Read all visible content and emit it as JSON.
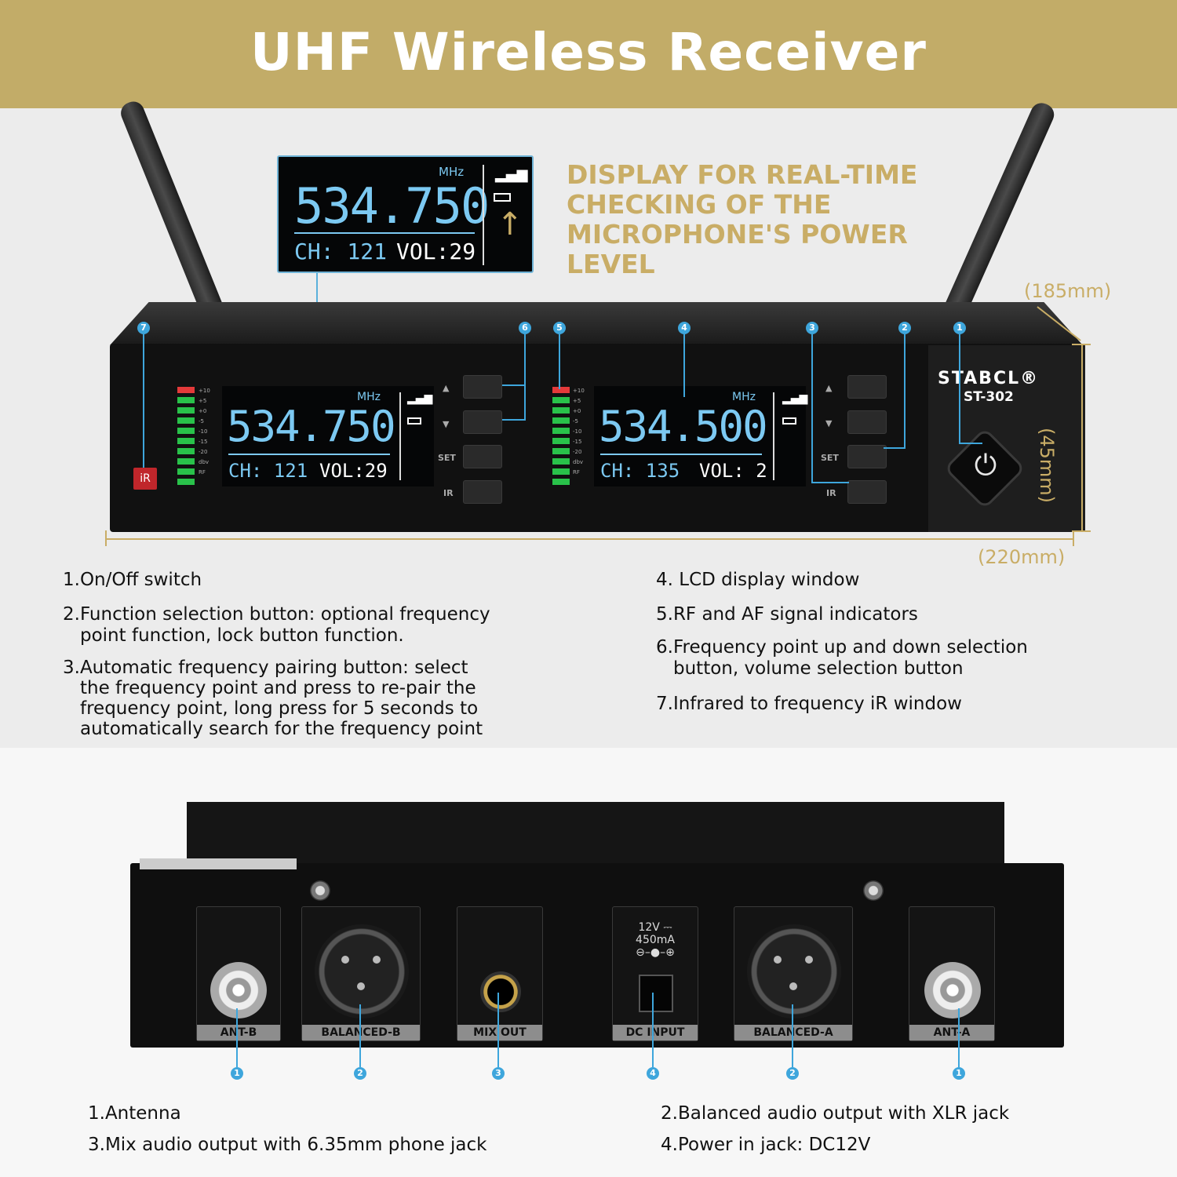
{
  "banner": {
    "title": "UHF Wireless Receiver"
  },
  "display_caption": "DISPLAY FOR REAL-TIME CHECKING OF THE MICROPHONE'S POWER LEVEL",
  "zoom_lcd": {
    "unit": "MHz",
    "frequency": "534.750",
    "channel": "CH: 121",
    "volume": "VOL:29"
  },
  "lcd_a": {
    "unit": "MHz",
    "frequency": "534.750",
    "channel": "CH: 121",
    "volume": "VOL:29"
  },
  "lcd_b": {
    "unit": "MHz",
    "frequency": "534.500",
    "channel": "CH: 135",
    "volume": "VOL: 2"
  },
  "meter_labels": [
    "+10",
    "+5",
    "+0",
    "-5",
    "-10",
    "-15",
    "-20",
    "dbv",
    "RF"
  ],
  "buttons": {
    "set": "SET",
    "ir": "IR",
    "up": "▲",
    "down": "▼"
  },
  "ir_window": "iR",
  "brand": {
    "name": "STABCL®",
    "model": "ST-302"
  },
  "dimensions": {
    "depth": "(185mm)",
    "height": "(45mm)",
    "width": "(220mm)"
  },
  "callouts_front": [
    "7",
    "6",
    "5",
    "4",
    "3",
    "2",
    "1"
  ],
  "features_left": [
    {
      "line1": "1.On/Off switch"
    },
    {
      "line1": "2.Function selection button: optional frequency",
      "line2": "point function, lock button function."
    },
    {
      "line1": "3.Automatic frequency pairing button: select",
      "line2": "the frequency point and press to re-pair the",
      "line3": "frequency point, long press for 5 seconds to",
      "line4": "automatically search for the frequency point"
    }
  ],
  "features_right": [
    {
      "line1": "4. LCD display window"
    },
    {
      "line1": "5.RF and AF signal indicators"
    },
    {
      "line1": "6.Frequency point up and down selection",
      "line2": "button, volume selection button"
    },
    {
      "line1": "7.Infrared to frequency iR window"
    }
  ],
  "rear_ports": {
    "ant_b": "ANT-B",
    "balanced_b": "BALANCED-B",
    "mix_out": "MIX OUT",
    "dc_input": "DC INPUT",
    "balanced_a": "BALANCED-A",
    "ant_a": "ANT-A",
    "dc_rating_1": "12V ⎓",
    "dc_rating_2": "450mA"
  },
  "callouts_rear": [
    "1",
    "2",
    "3",
    "4",
    "2",
    "1"
  ],
  "rear_features": {
    "f1": "1.Antenna",
    "f2": "2.Balanced audio output with XLR jack",
    "f3": "3.Mix audio output with 6.35mm phone jack",
    "f4": "4.Power in jack: DC12V"
  },
  "colors": {
    "banner": "#c2ac68",
    "accent": "#c9ad66",
    "callout": "#3ea6dc",
    "lcd_text": "#7cc9f2"
  }
}
